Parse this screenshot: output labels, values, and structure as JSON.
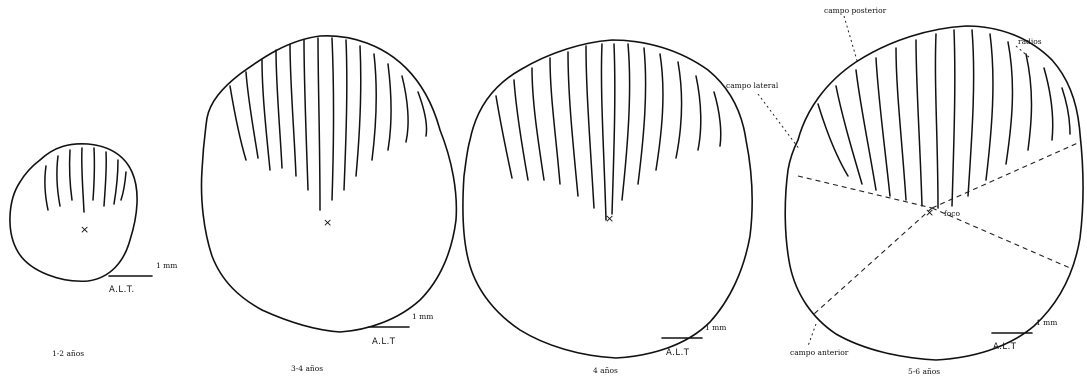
{
  "figures": [
    {
      "age_label": "1-2 años",
      "scale_label": "1 mm",
      "signature": "A.L.T."
    },
    {
      "age_label": "3-4 años",
      "scale_label": "1 mm",
      "signature": "A.L.T"
    },
    {
      "age_label": "4 años",
      "scale_label": "1 mm",
      "signature": "A.L.T"
    },
    {
      "age_label": "5-6 años",
      "scale_label": "1 mm",
      "signature": "A.L.T"
    }
  ],
  "field_labels": {
    "posterior": "campo posterior",
    "lateral": "campo lateral",
    "radios": "radios",
    "anterior": "campo anterior",
    "focus": "foco"
  },
  "focus_mark": "×"
}
